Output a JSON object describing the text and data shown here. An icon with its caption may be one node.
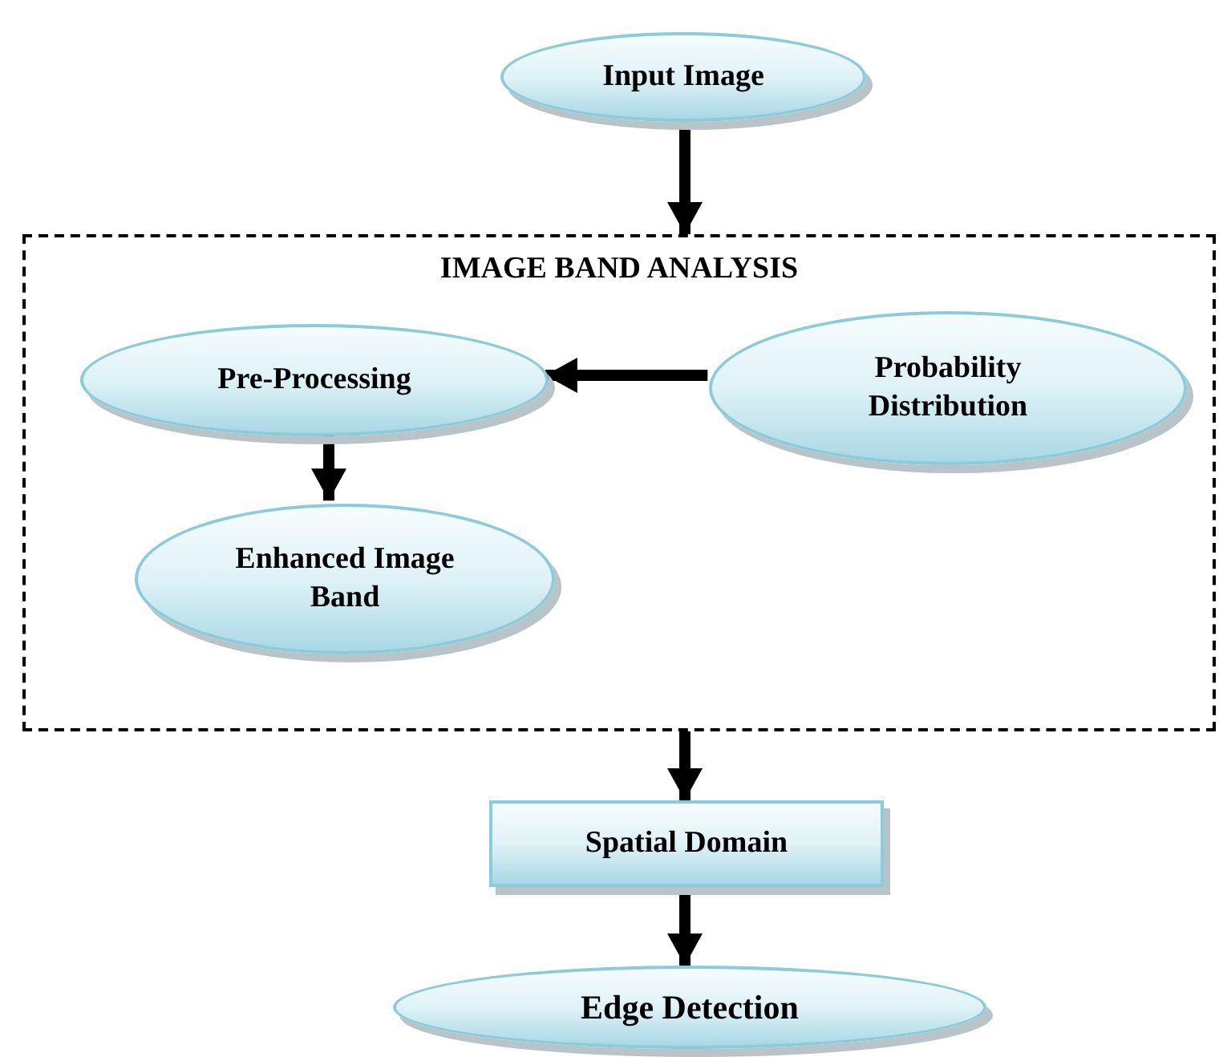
{
  "diagram": {
    "nodes": [
      {
        "text": [
          "Input Image"
        ]
      },
      {
        "text": [
          "IMAGE BAND ANALYSIS"
        ]
      },
      {
        "text": [
          "Pre-Processing"
        ],
        "in": 1
      },
      {
        "text": [
          "Probability Distribution"
        ],
        "in": 1
      },
      {
        "text": [
          "Enhanced Image Band"
        ],
        "in": 1
      },
      {
        "text": [
          "Spatial Domain"
        ]
      },
      {
        "text": [
          "Edge Detection"
        ]
      }
    ],
    "edges": [
      {
        "from": 0,
        "to": 1,
        "arrow": "to"
      },
      {
        "from": 3,
        "to": 2,
        "arrow": "to"
      },
      {
        "from": 2,
        "to": 4,
        "arrow": "to"
      },
      {
        "from": 1,
        "to": 5,
        "arrow": "to"
      },
      {
        "from": 5,
        "to": 6,
        "arrow": "to"
      }
    ]
  }
}
